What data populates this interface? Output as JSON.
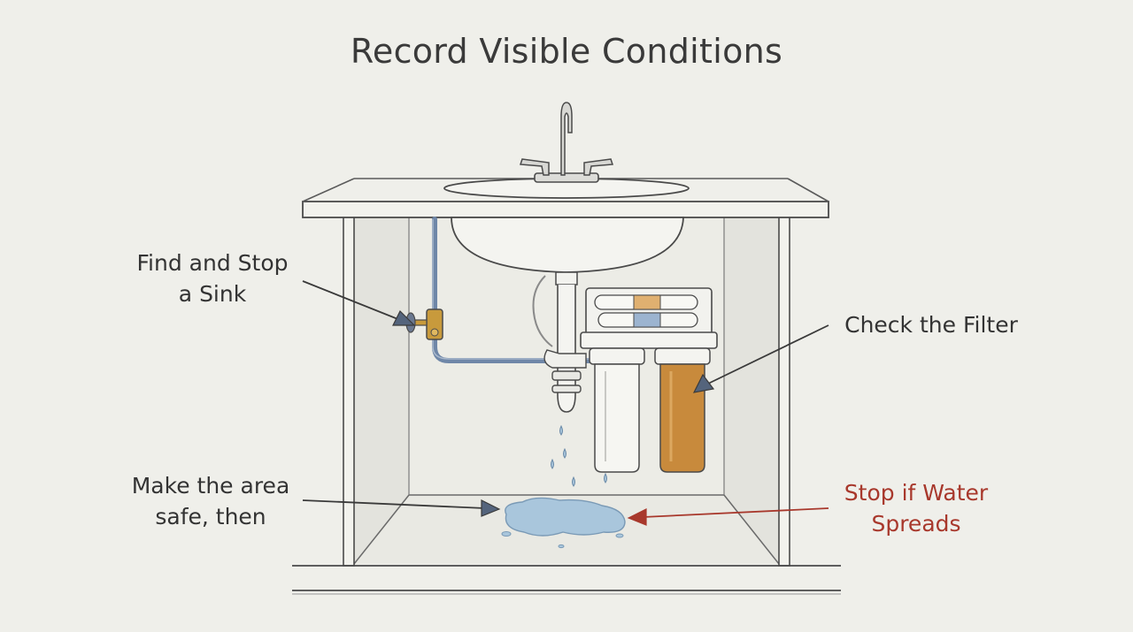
{
  "title": "Record Visible Conditions",
  "labels": {
    "shutoff": {
      "line1": "Find and Stop",
      "line2": "a Sink"
    },
    "filter": {
      "line1": "Check the Filter"
    },
    "safe": {
      "line1": "Make the area",
      "line2": "safe, then"
    },
    "spread": {
      "line1": "Stop if Water",
      "line2": "Spreads"
    }
  },
  "colors": {
    "background": "#efefea",
    "ink": "#4a4a4a",
    "arrow_fill": "#54647c",
    "warning": "#a8382c",
    "water_pipe": "#6f87a8",
    "filter_cartridge": "#c88a3c",
    "water": "#a9c6dc"
  }
}
